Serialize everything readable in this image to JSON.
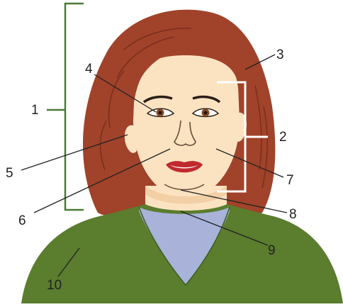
{
  "labels": {
    "l1": "1",
    "l2": "2",
    "l3": "3",
    "l4": "4",
    "l5": "5",
    "l6": "6",
    "l7": "7",
    "l8": "8",
    "l9": "9",
    "l10": "10"
  },
  "colors": {
    "hair": "#a0432a",
    "hair_dark": "#7a2e1c",
    "skin": "#fbe3c2",
    "skin_shadow": "#f3cfa6",
    "sweater": "#5a7d2e",
    "collar": "#a9b2d9",
    "lips": "#c0292d",
    "bracket_green": "#4a7a36",
    "bracket_white": "#ffffff",
    "leader": "#222222"
  }
}
